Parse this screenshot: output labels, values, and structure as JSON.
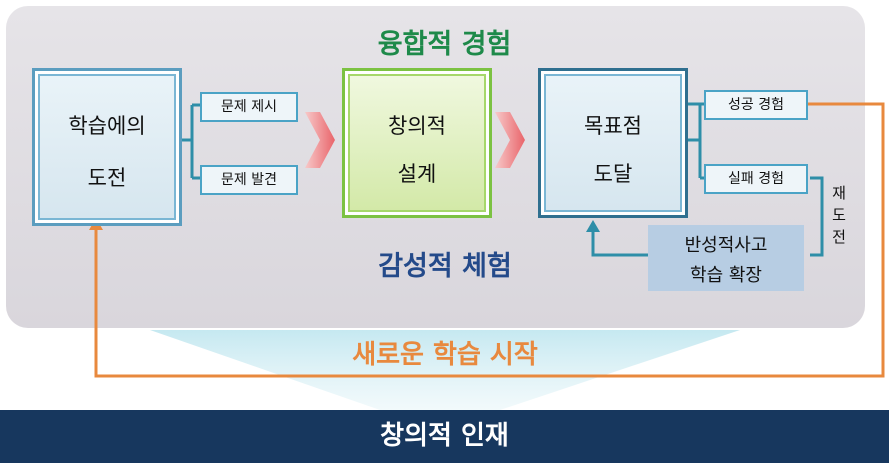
{
  "top_heading": "융합적 경험",
  "middle_heading": "감성적 체험",
  "loop_label": "새로운 학습 시작",
  "footer_title": "창의적 인재",
  "challenge_box": {
    "line1": "학습에의",
    "line2": "도전"
  },
  "design_box": {
    "line1": "창의적",
    "line2": "설계"
  },
  "goal_box": {
    "line1": "목표점",
    "line2": "도달"
  },
  "problem_present": "문제 제시",
  "problem_discover": "문제 발견",
  "success_exp": "성공 경험",
  "failure_exp": "실패 경험",
  "rechallenge": [
    "재",
    "도",
    "전"
  ],
  "reflection": {
    "line1": "반성적사고",
    "line2": "학습 확장"
  },
  "colors": {
    "top_heading": "#1e8a4a",
    "middle_heading": "#244a8a",
    "loop": "#e8893e",
    "footer": "#17375e",
    "doc_border": "#5b9dbf",
    "design_border": "#7cc242"
  }
}
